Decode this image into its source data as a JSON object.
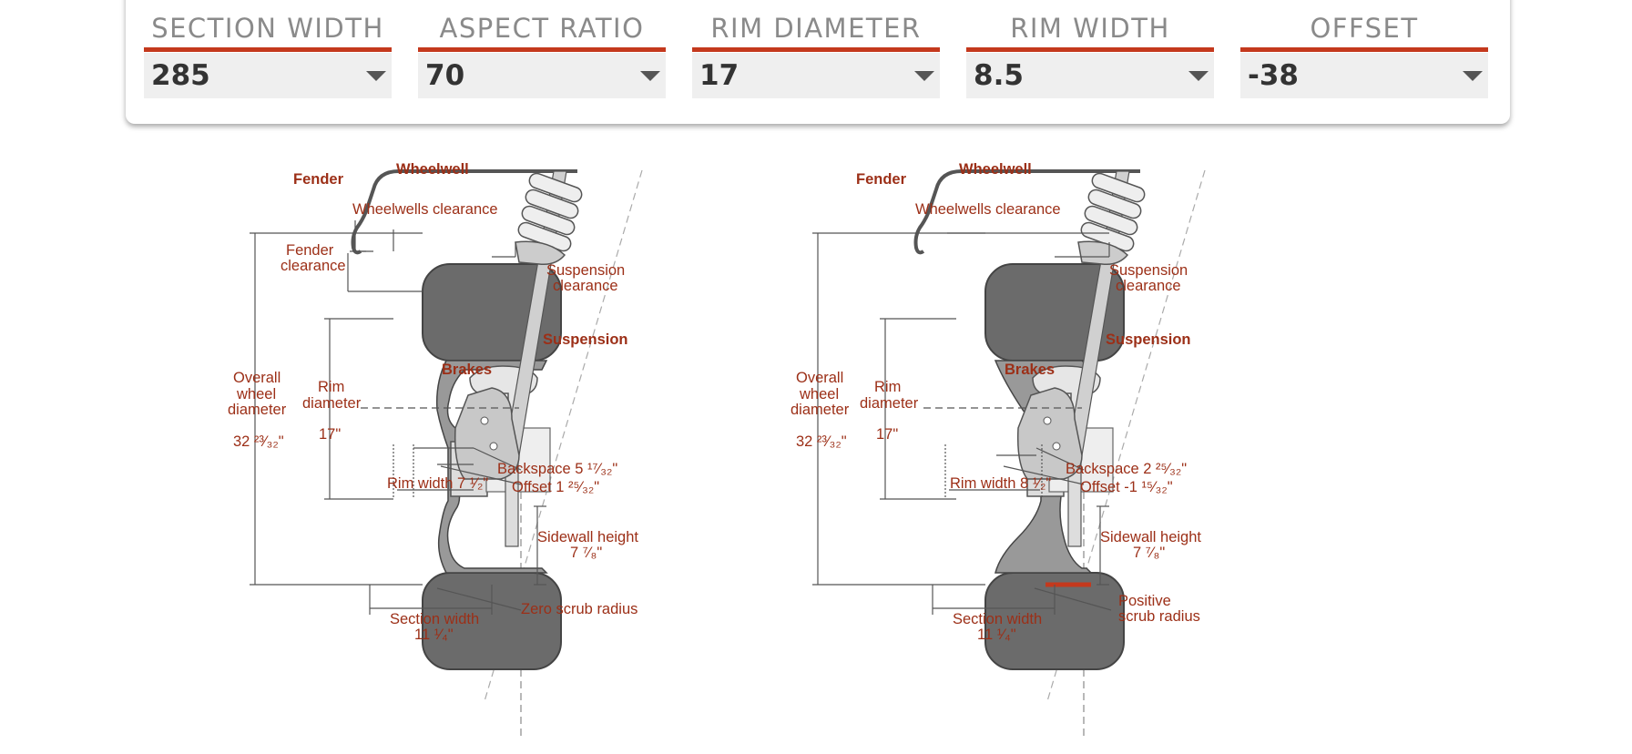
{
  "selectors": [
    {
      "label": "SECTION WIDTH",
      "value": "285"
    },
    {
      "label": "ASPECT RATIO",
      "value": "70"
    },
    {
      "label": "RIM DIAMETER",
      "value": "17"
    },
    {
      "label": "RIM WIDTH",
      "value": "8.5"
    },
    {
      "label": "OFFSET",
      "value": "-38"
    }
  ],
  "left": {
    "fender": "Fender",
    "wheelwell": "Wheelwell",
    "wheelwells_clearance": "Wheelwells clearance",
    "fender_clearance_1": "Fender",
    "fender_clearance_2": "clearance",
    "suspension_clearance_1": "Suspension",
    "suspension_clearance_2": "clearance",
    "suspension": "Suspension",
    "brakes": "Brakes",
    "overall_1": "Overall",
    "overall_2": "wheel",
    "overall_3": "diameter",
    "overall_value": "32 ²³⁄₃₂\"",
    "rim_1": "Rim",
    "rim_2": "diameter",
    "rim_value": "17\"",
    "backspace": "Backspace 5 ¹⁷⁄₃₂\"",
    "offset": "Offset 1 ²⁵⁄₃₂\"",
    "rim_width": "Rim width 7 ¹⁄₂\"",
    "sidewall_1": "Sidewall height",
    "sidewall_2": "7 ⁷⁄₈\"",
    "section_1": "Section width",
    "section_2": "11 ¹⁄₄\"",
    "scrub_1": "Zero scrub radius",
    "scrub_2": ""
  },
  "right": {
    "fender": "Fender",
    "wheelwell": "Wheelwell",
    "wheelwells_clearance": "Wheelwells clearance",
    "suspension_clearance_1": "Suspension",
    "suspension_clearance_2": "clearance",
    "suspension": "Suspension",
    "brakes": "Brakes",
    "overall_1": "Overall",
    "overall_2": "wheel",
    "overall_3": "diameter",
    "overall_value": "32 ²³⁄₃₂\"",
    "rim_1": "Rim",
    "rim_2": "diameter",
    "rim_value": "17\"",
    "backspace": "Backspace 2 ²⁵⁄₃₂\"",
    "offset": "Offset -1 ¹⁵⁄₃₂\"",
    "rim_width": "Rim width 8 ¹⁄₂\"",
    "sidewall_1": "Sidewall height",
    "sidewall_2": "7 ⁷⁄₈\"",
    "section_1": "Section width",
    "section_2": "11 ¹⁄₄\"",
    "scrub_1": "Positive",
    "scrub_2": "scrub radius"
  },
  "colors": {
    "accent": "#c4391d",
    "label": "#9c2f17",
    "tire": "#6b6b6b"
  }
}
